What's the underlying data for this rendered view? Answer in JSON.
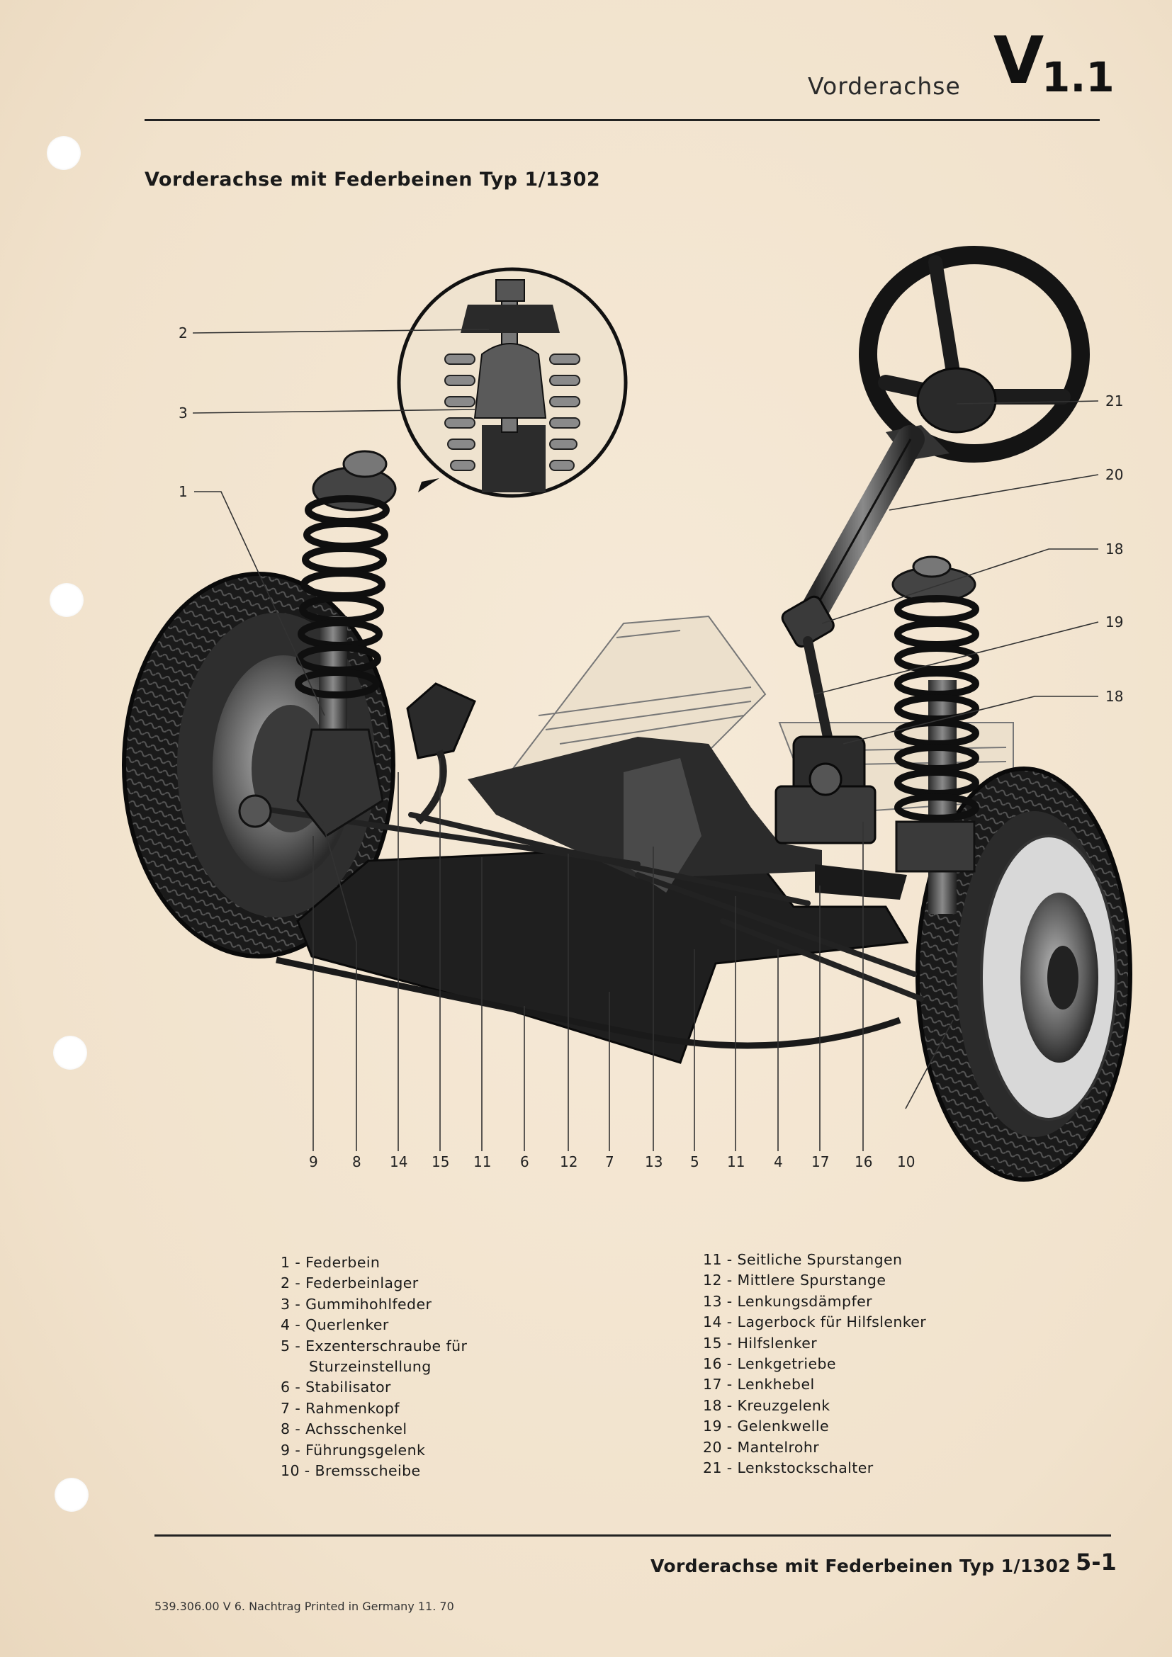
{
  "header": {
    "section_name": "Vorderachse",
    "code_letter": "V",
    "code_number": "1.1"
  },
  "page_title": "Vorderachse mit Federbeinen Typ 1/1302",
  "callouts": {
    "left": [
      "2",
      "3",
      "1"
    ],
    "right": [
      "21",
      "20",
      "18",
      "19",
      "18"
    ],
    "bottom": [
      "9",
      "8",
      "14",
      "15",
      "11",
      "6",
      "12",
      "7",
      "13",
      "5",
      "11",
      "4",
      "17",
      "16",
      "10"
    ]
  },
  "legend_left": [
    "1 - Federbein",
    "2 - Federbeinlager",
    "3 - Gummihohlfeder",
    "4 - Querlenker",
    "5 - Exzenterschraube für",
    "Sturzeinstellung",
    "6 - Stabilisator",
    "7 - Rahmenkopf",
    "8 - Achsschenkel",
    "9 - Führungsgelenk",
    "10 - Bremsscheibe"
  ],
  "legend_right": [
    "11 - Seitliche Spurstangen",
    "12 - Mittlere Spurstange",
    "13 - Lenkungsdämpfer",
    "14 - Lagerbock für Hilfslenker",
    "15 - Hilfslenker",
    "16 - Lenkgetriebe",
    "17 - Lenkhebel",
    "18 - Kreuzgelenk",
    "19 - Gelenkwelle",
    "20 - Mantelrohr",
    "21 - Lenkstockschalter"
  ],
  "footer": {
    "title": "Vorderachse mit Federbeinen Typ 1/1302",
    "page_number": "5-1",
    "print_line": "539.306.00  V  6. Nachtrag  Printed in Germany  11. 70"
  },
  "colors": {
    "paper": "#f3e6d3",
    "ink": "#1a1a1a"
  }
}
